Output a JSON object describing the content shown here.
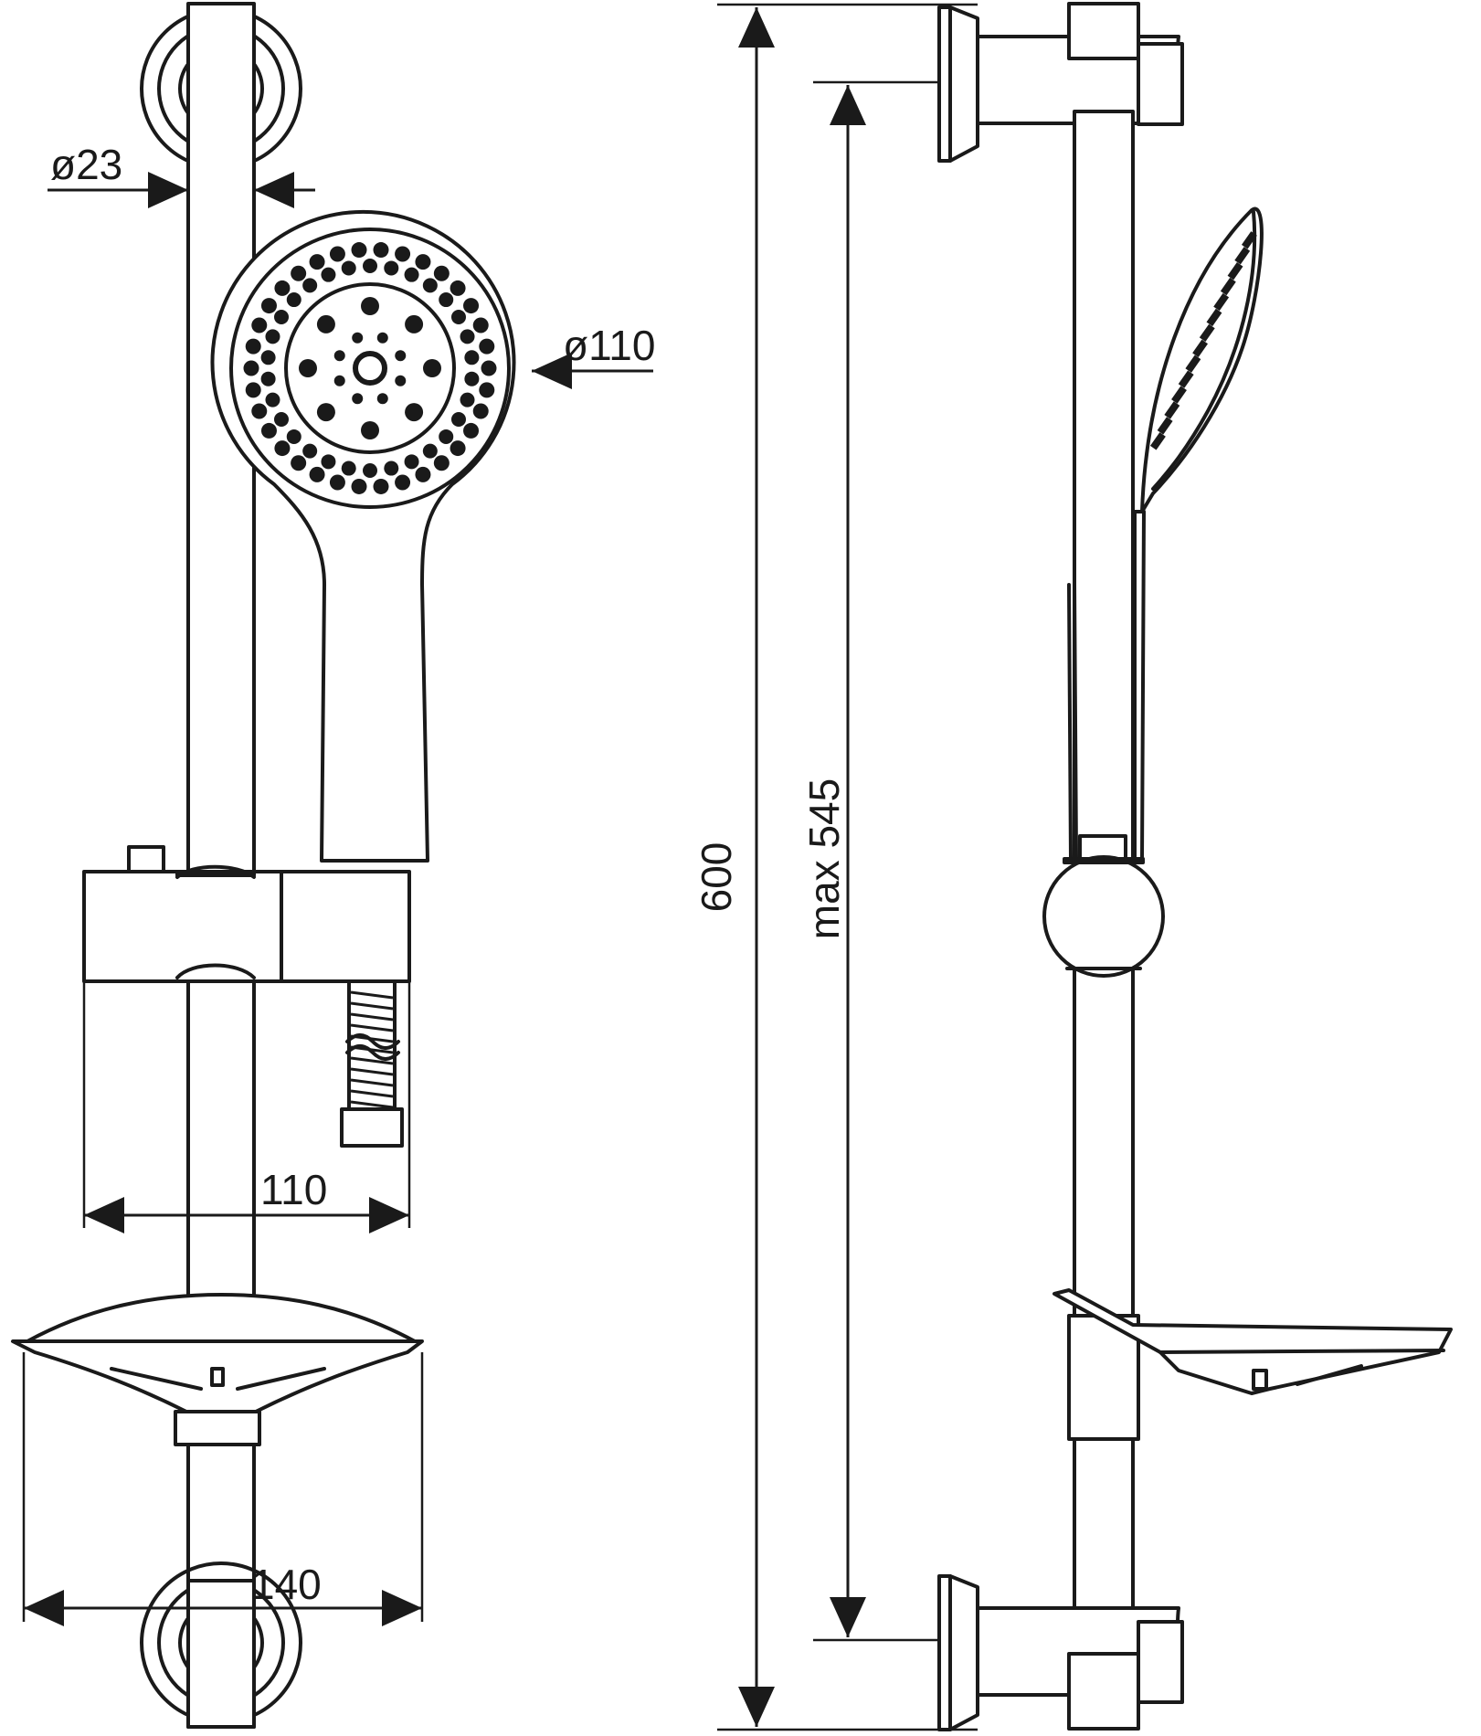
{
  "drawing": {
    "dimensions": {
      "rail_diameter": "ø23",
      "head_diameter": "ø110",
      "slider_width": "110",
      "dish_width": "140",
      "total_height": "600",
      "max_height": "max 545"
    },
    "line_color": "#1a1a1a",
    "background": "#ffffff"
  }
}
